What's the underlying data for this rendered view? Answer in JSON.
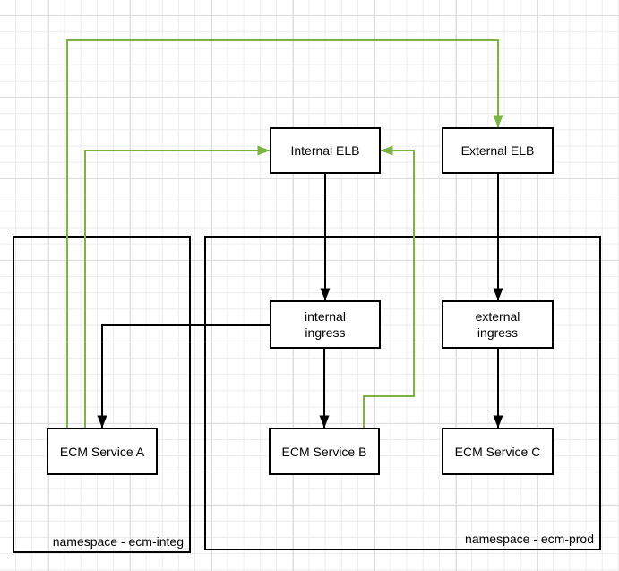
{
  "canvas": {
    "background": "#ffffff",
    "grid_minor_color": "#ececec",
    "grid_major_color": "#dddddd"
  },
  "colors": {
    "node_border": "#000000",
    "node_fill": "#ffffff",
    "connector_black": "#000000",
    "connector_green": "#7cb342"
  },
  "nodes": {
    "internal_elb": {
      "label": "Internal ELB"
    },
    "external_elb": {
      "label": "External ELB"
    },
    "internal_ingress": {
      "label": "internal\ningress"
    },
    "external_ingress": {
      "label": "external\ningress"
    },
    "ecm_service_a": {
      "label": "ECM Service A"
    },
    "ecm_service_b": {
      "label": "ECM Service B"
    },
    "ecm_service_c": {
      "label": "ECM Service C"
    }
  },
  "containers": {
    "ecm_integ": {
      "label": "namespace - ecm-integ"
    },
    "ecm_prod": {
      "label": "namespace - ecm-prod"
    }
  },
  "edges": [
    {
      "from": "Internal ELB",
      "to": "internal ingress",
      "color": "black"
    },
    {
      "from": "External ELB",
      "to": "external ingress",
      "color": "black"
    },
    {
      "from": "internal ingress",
      "to": "ECM Service B",
      "color": "black"
    },
    {
      "from": "external ingress",
      "to": "ECM Service C",
      "color": "black"
    },
    {
      "from": "internal ingress",
      "to": "ECM Service A",
      "color": "black"
    },
    {
      "from": "ECM Service A",
      "to": "External ELB",
      "color": "green"
    },
    {
      "from": "ECM Service A",
      "to": "Internal ELB",
      "color": "green"
    },
    {
      "from": "ECM Service B",
      "to": "Internal ELB",
      "color": "green"
    }
  ]
}
